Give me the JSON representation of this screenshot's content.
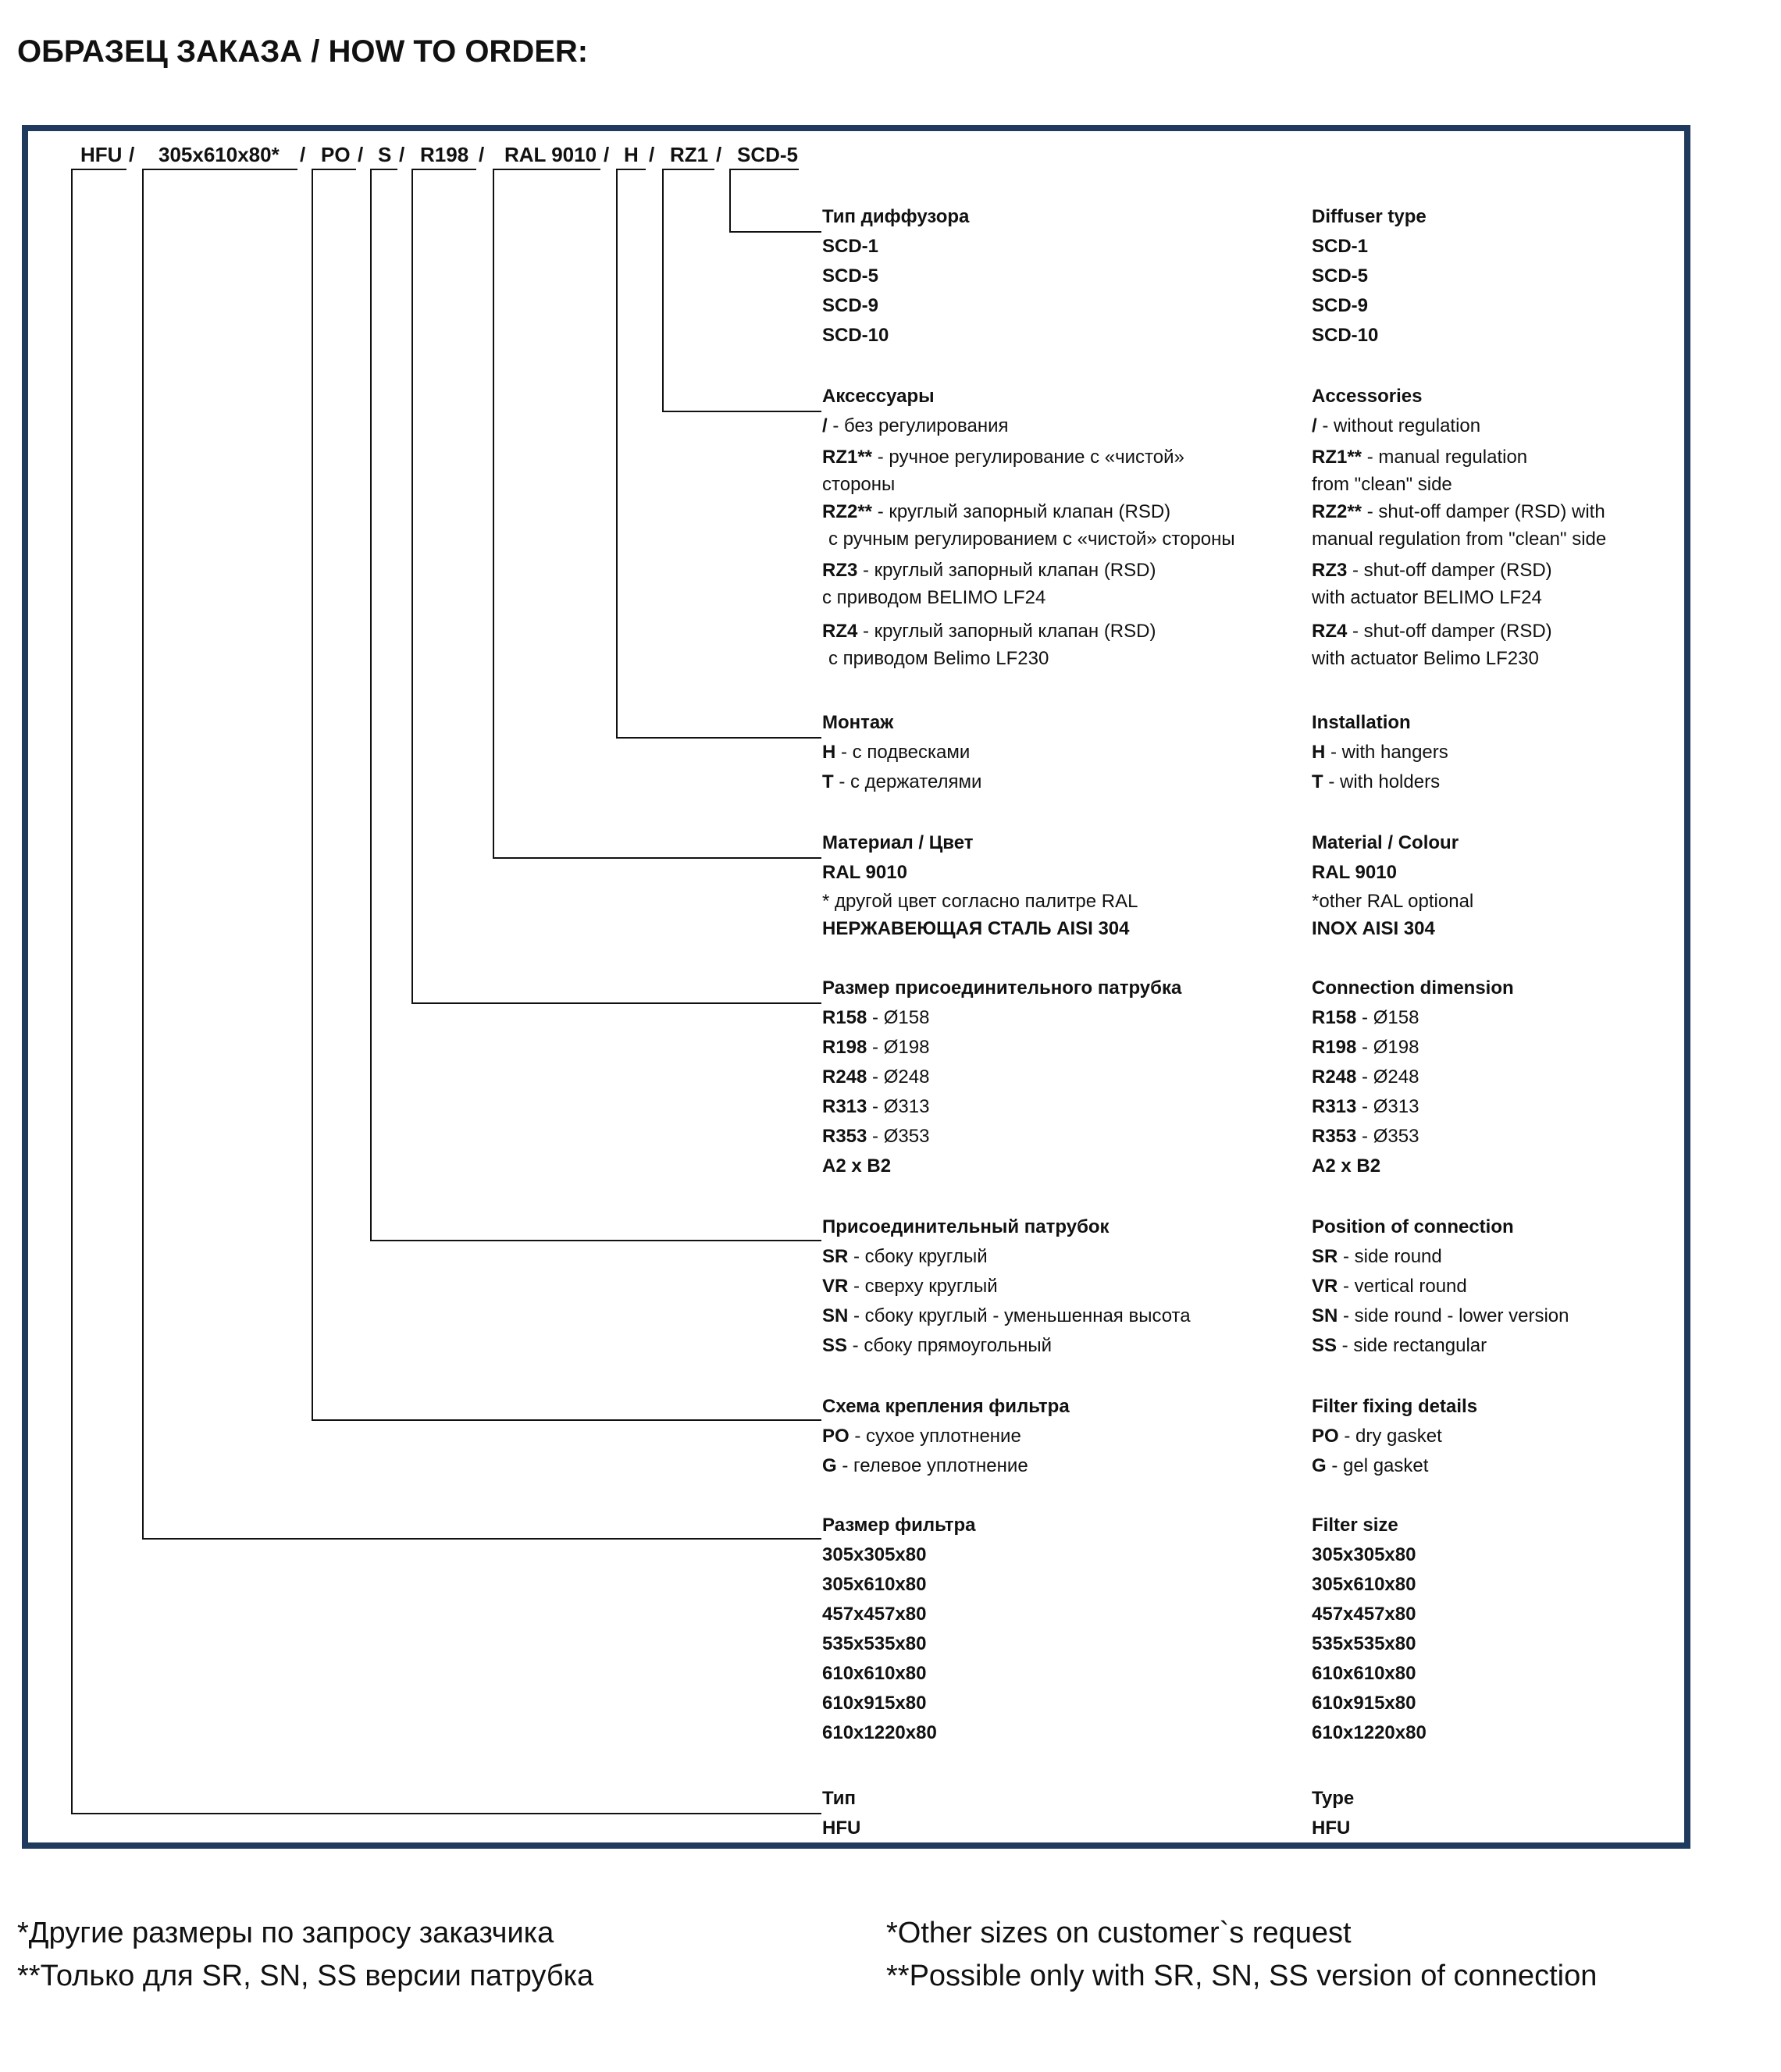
{
  "title": "ОБРАЗЕЦ ЗАКАЗА / HOW TO ORDER:",
  "order_code": {
    "segments": [
      "HFU",
      "305x610x80*",
      "PO",
      "S",
      "R198",
      "RAL 9010",
      "H",
      "RZ1",
      "SCD-5"
    ],
    "separator": "/"
  },
  "sections": {
    "diffuser": {
      "ru_title": "Тип диффузора",
      "en_title": "Diffuser type",
      "items": [
        {
          "ru": "SCD-1",
          "en": "SCD-1"
        },
        {
          "ru": "SCD-5",
          "en": "SCD-5"
        },
        {
          "ru": "SCD-9",
          "en": "SCD-9"
        },
        {
          "ru": "SCD-10",
          "en": "SCD-10"
        }
      ]
    },
    "accessories": {
      "ru_title": "Аксессуары",
      "en_title": "Accessories",
      "items": [
        {
          "code": "/",
          "ru": " - без регулирования",
          "en": " - without regulation"
        },
        {
          "code": "RZ1**",
          "ru": " - ручное регулирование с «чистой»",
          "ru2": "стороны",
          "en": " - manual regulation",
          "en2": "from \"clean\" side"
        },
        {
          "code": "RZ2**",
          "ru": " - круглый запорный клапан (RSD)",
          "ru2": "с ручным регулированием с «чистой» стороны",
          "en": " - shut-off damper (RSD) with",
          "en2": "manual regulation from \"clean\" side"
        },
        {
          "code": "RZ3",
          "ru": " - круглый запорный клапан (RSD)",
          "ru2": "с приводом BELIMO LF24",
          "en": " - shut-off damper (RSD)",
          "en2": "with actuator BELIMO LF24"
        },
        {
          "code": "RZ4",
          "ru": " - круглый запорный клапан (RSD)",
          "ru2": "с приводом Belimo LF230",
          "en": " - shut-off damper (RSD)",
          "en2": "with actuator Belimo LF230"
        }
      ]
    },
    "installation": {
      "ru_title": "Монтаж",
      "en_title": "Installation",
      "items": [
        {
          "code": "H",
          "ru": " - с подвесками",
          "en": " - with hangers"
        },
        {
          "code": "T",
          "ru": " - с держателями",
          "en": " - with holders"
        }
      ]
    },
    "material": {
      "ru_title": "Материал / Цвет",
      "en_title": "Material / Colour",
      "items": [
        {
          "ru": "RAL 9010",
          "en": "RAL 9010"
        },
        {
          "ru": "* другой цвет согласно палитре RAL",
          "en": "*other RAL optional"
        },
        {
          "ru": "НЕРЖАВЕЮЩАЯ СТАЛЬ AISI 304",
          "en": "INOX AISI 304"
        }
      ]
    },
    "connection_dim": {
      "ru_title": "Размер присоединительного патрубка",
      "en_title": "Connection dimension",
      "items": [
        {
          "code": "R158",
          "rest": " - Ø158"
        },
        {
          "code": "R198",
          "rest": " - Ø198"
        },
        {
          "code": "R248",
          "rest": " - Ø248"
        },
        {
          "code": "R313",
          "rest": " - Ø313"
        },
        {
          "code": "R353",
          "rest": " - Ø353"
        },
        {
          "code": "A2 x B2",
          "rest": ""
        }
      ]
    },
    "connection_pos": {
      "ru_title": "Присоединительный патрубок",
      "en_title": "Position of connection",
      "items": [
        {
          "code": "SR",
          "ru": " - сбоку круглый",
          "en": " - side round"
        },
        {
          "code": "VR",
          "ru": " - сверху круглый",
          "en": " - vertical round"
        },
        {
          "code": "SN",
          "ru": " - сбоку круглый - уменьшенная высота",
          "en": " - side round - lower version"
        },
        {
          "code": "SS",
          "ru": " - сбоку прямоугольный",
          "en": " - side rectangular"
        }
      ]
    },
    "filter_fixing": {
      "ru_title": "Схема крепления фильтра",
      "en_title": "Filter fixing details",
      "items": [
        {
          "code": "PO",
          "ru": " - сухое уплотнение",
          "en": " - dry gasket"
        },
        {
          "code": "G",
          "ru": " - гелевое уплотнение",
          "en": " - gel gasket"
        }
      ]
    },
    "filter_size": {
      "ru_title": "Размер фильтра",
      "en_title": "Filter size",
      "items": [
        "305x305x80",
        "305x610x80",
        "457x457x80",
        "535x535x80",
        "610x610x80",
        "610x915x80",
        "610x1220x80"
      ]
    },
    "type": {
      "ru_title": "Тип",
      "en_title": "Type",
      "items": [
        "HFU"
      ]
    }
  },
  "footnotes": {
    "ru1": "*Другие размеры по запросу  заказчика",
    "ru2": "**Только для SR, SN, SS версии патрубка",
    "en1": "*Other sizes on customer`s request",
    "en2": "**Possible only with SR, SN, SS version of connection"
  }
}
